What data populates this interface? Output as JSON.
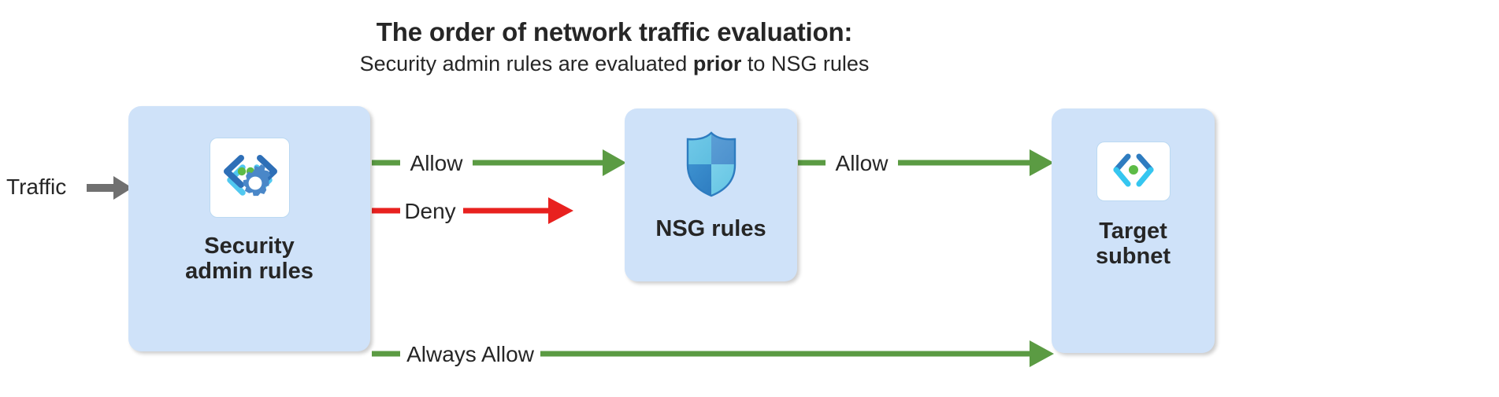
{
  "heading": {
    "title": "The order of network traffic evaluation:",
    "subtitle_pre": "Security admin rules are evaluated ",
    "subtitle_emphasis": "prior",
    "subtitle_post": " to NSG rules"
  },
  "entry": {
    "label": "Traffic",
    "arrow_color": "#707070"
  },
  "nodes": [
    {
      "id": "security-admin-rules",
      "label": "Security\nadmin rules",
      "icon": "code-brackets-gear-icon",
      "fill": "#CFE2F9"
    },
    {
      "id": "nsg-rules",
      "label": "NSG rules",
      "icon": "shield-icon",
      "fill": "#CFE2F9"
    },
    {
      "id": "target-subnet",
      "label": "Target\nsubnet",
      "icon": "code-brackets-dot-icon",
      "fill": "#CFE2F9"
    }
  ],
  "edges": [
    {
      "id": "security-to-nsg-allow",
      "label": "Allow",
      "color": "#5B9B43",
      "from": "security-admin-rules",
      "to": "nsg-rules",
      "arrowhead": true
    },
    {
      "id": "security-deny",
      "label": "Deny",
      "color": "#E8211F",
      "from": "security-admin-rules",
      "to": "",
      "arrowhead": true
    },
    {
      "id": "nsg-to-target-allow",
      "label": "Allow",
      "color": "#5B9B43",
      "from": "nsg-rules",
      "to": "target-subnet",
      "arrowhead": true
    },
    {
      "id": "security-to-target-always-allow",
      "label": "Always Allow",
      "color": "#5B9B43",
      "from": "security-admin-rules",
      "to": "target-subnet",
      "arrowhead": true
    }
  ],
  "colors": {
    "allow": "#5B9B43",
    "deny": "#E8211F",
    "traffic": "#707070",
    "node_fill": "#CFE2F9",
    "text": "#262626",
    "background": "#FFFFFF"
  }
}
